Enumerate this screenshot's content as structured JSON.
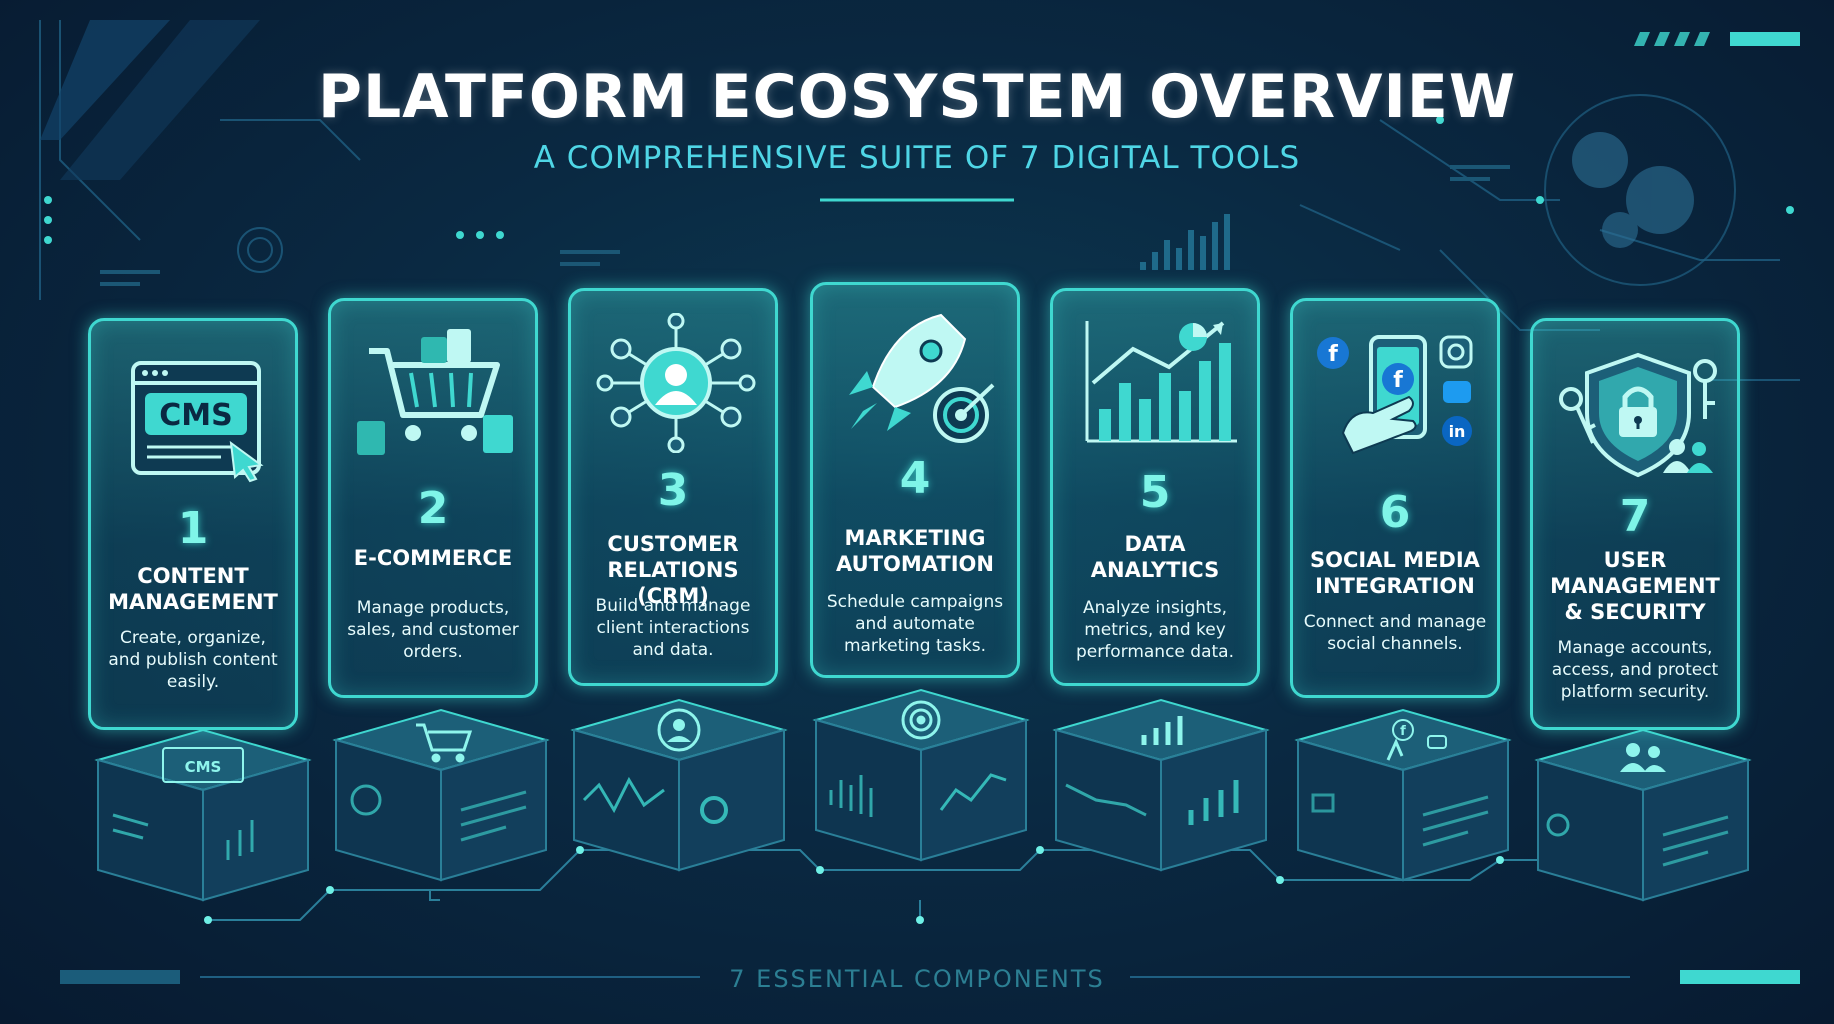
{
  "header": {
    "title": "PLATFORM ECOSYSTEM OVERVIEW",
    "subtitle": "A COMPREHENSIVE SUITE OF 7 DIGITAL TOOLS"
  },
  "footer": {
    "label": "7 ESSENTIAL COMPONENTS"
  },
  "colors": {
    "accent": "#3fd8d0",
    "background": "#0a2942",
    "subtitle": "#4fd6e6"
  },
  "modules": [
    {
      "number": "1",
      "title_lines": [
        "CONTENT",
        "MANAGEMENT"
      ],
      "desc_lines": [
        "Create, organize,",
        "and publish content",
        "easily."
      ],
      "icon": "cms-window-icon",
      "icon_text": "CMS",
      "base_icon": "cms-icon",
      "base_text": "CMS"
    },
    {
      "number": "2",
      "title_lines": [
        "E-COMMERCE"
      ],
      "desc_lines": [
        "Manage products,",
        "sales, and customer",
        "orders."
      ],
      "icon": "shopping-cart-icon",
      "base_icon": "cart-icon"
    },
    {
      "number": "3",
      "title_lines": [
        "CUSTOMER",
        "RELATIONS (CRM)"
      ],
      "desc_lines": [
        "Build and manage",
        "client interactions",
        "and data."
      ],
      "icon": "user-network-icon",
      "base_icon": "user-icon"
    },
    {
      "number": "4",
      "title_lines": [
        "MARKETING",
        "AUTOMATION"
      ],
      "desc_lines": [
        "Schedule campaigns",
        "and automate",
        "marketing tasks."
      ],
      "icon": "rocket-target-icon",
      "base_icon": "target-icon"
    },
    {
      "number": "5",
      "title_lines": [
        "DATA",
        "ANALYTICS"
      ],
      "desc_lines": [
        "Analyze insights,",
        "metrics, and key",
        "performance data."
      ],
      "icon": "bar-chart-icon",
      "base_icon": "chart-icon"
    },
    {
      "number": "6",
      "title_lines": [
        "SOCIAL MEDIA",
        "INTEGRATION"
      ],
      "desc_lines": [
        "Connect and manage",
        "social channels."
      ],
      "icon": "social-phone-icon",
      "icon_labels": [
        "f",
        "f",
        "in"
      ],
      "base_icon": "social-icon",
      "base_text": "f"
    },
    {
      "number": "7",
      "title_lines": [
        "USER",
        "MANAGEMENT",
        "& SECURITY"
      ],
      "desc_lines": [
        "Manage accounts,",
        "access, and protect",
        "platform security."
      ],
      "icon": "shield-lock-icon",
      "base_icon": "users-icon"
    }
  ]
}
